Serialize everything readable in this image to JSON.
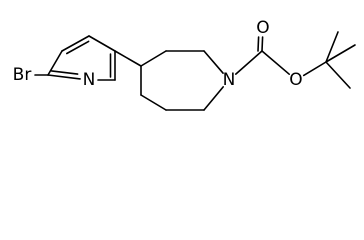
{
  "structure": {
    "atoms": {
      "br": "Br",
      "pyridine_n": "N",
      "piperidine_n": "N",
      "carbonyl_o": "O",
      "ester_o": "O"
    }
  }
}
